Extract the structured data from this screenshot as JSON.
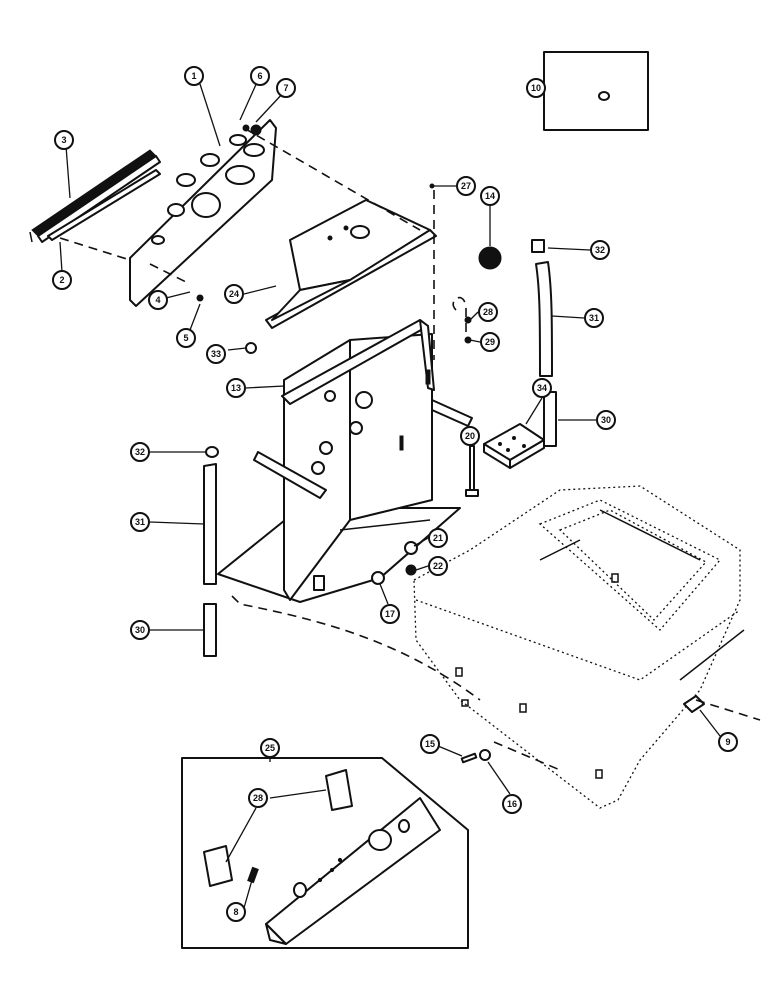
{
  "callouts": [
    {
      "label": "1"
    },
    {
      "label": "6"
    },
    {
      "label": "7"
    },
    {
      "label": "3"
    },
    {
      "label": "2"
    },
    {
      "label": "4"
    },
    {
      "label": "5"
    },
    {
      "label": "24"
    },
    {
      "label": "27"
    },
    {
      "label": "14"
    },
    {
      "label": "32"
    },
    {
      "label": "31"
    },
    {
      "label": "28"
    },
    {
      "label": "29"
    },
    {
      "label": "33"
    },
    {
      "label": "13"
    },
    {
      "label": "30"
    },
    {
      "label": "34"
    },
    {
      "label": "20"
    },
    {
      "label": "32"
    },
    {
      "label": "31"
    },
    {
      "label": "21"
    },
    {
      "label": "22"
    },
    {
      "label": "17"
    },
    {
      "label": "30"
    },
    {
      "label": "9"
    },
    {
      "label": "15"
    },
    {
      "label": "16"
    },
    {
      "label": "25"
    },
    {
      "label": "28"
    },
    {
      "label": "8"
    },
    {
      "label": "10"
    }
  ]
}
